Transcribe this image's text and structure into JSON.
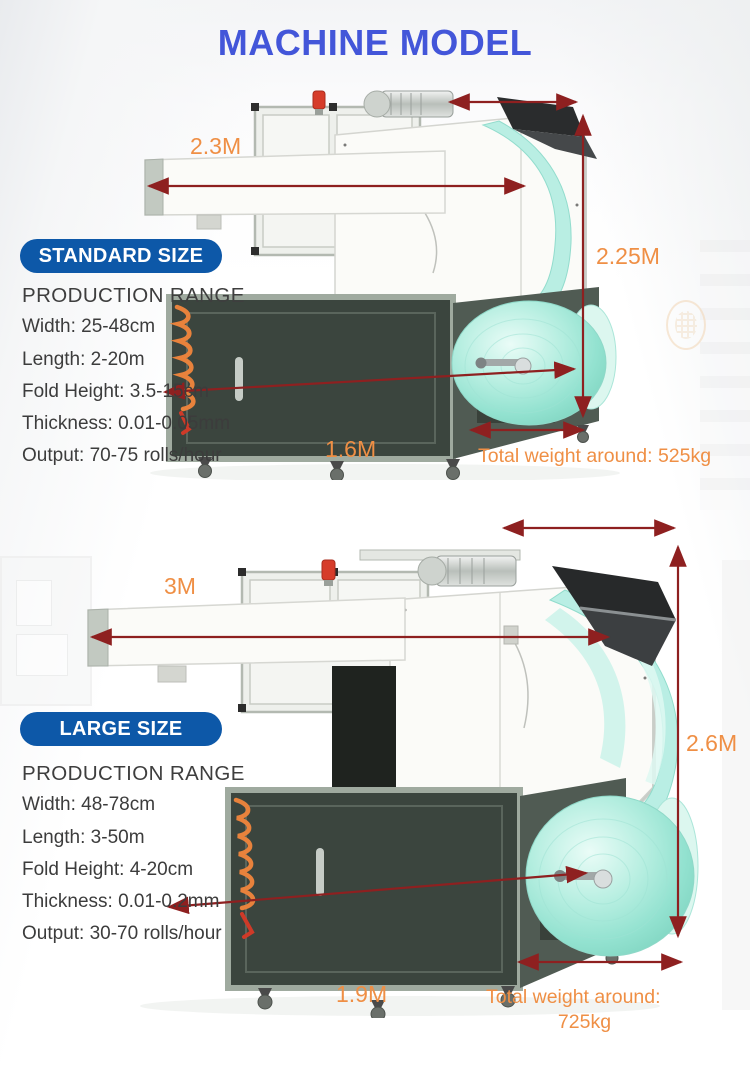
{
  "title": "MACHINE MODEL",
  "colors": {
    "title_blue": "#4356d9",
    "badge_blue": "#0d58a8",
    "label_orange": "#ef8f45",
    "dimension_red": "#8e2020"
  },
  "standard": {
    "badge_label": "STANDARD SIZE",
    "heading": "PRODUCTION RANGE",
    "specs": [
      "Width: 25-48cm",
      "Length: 2-20m",
      "Fold Height: 3.5-15cm",
      "Thickness: 0.01-0.05mm",
      "Output: 70-75 rolls/hour"
    ],
    "dimensions": {
      "arm_length": "2.3M",
      "machine_height": "2.25M",
      "machine_depth": "1.6M",
      "weight_note": "Total weight around: 525kg"
    }
  },
  "large": {
    "badge_label": "LARGE SIZE",
    "heading": "PRODUCTION RANGE",
    "specs": [
      "Width: 48-78cm",
      "Length: 3-50m",
      "Fold Height: 4-20cm",
      "Thickness: 0.01-0.2mm",
      "Output: 30-70 rolls/hour"
    ],
    "dimensions": {
      "arm_length": "3M",
      "machine_height": "2.6M",
      "machine_depth": "1.9M",
      "weight_note_line1": "Total weight around:",
      "weight_note_line2": "725kg"
    }
  }
}
